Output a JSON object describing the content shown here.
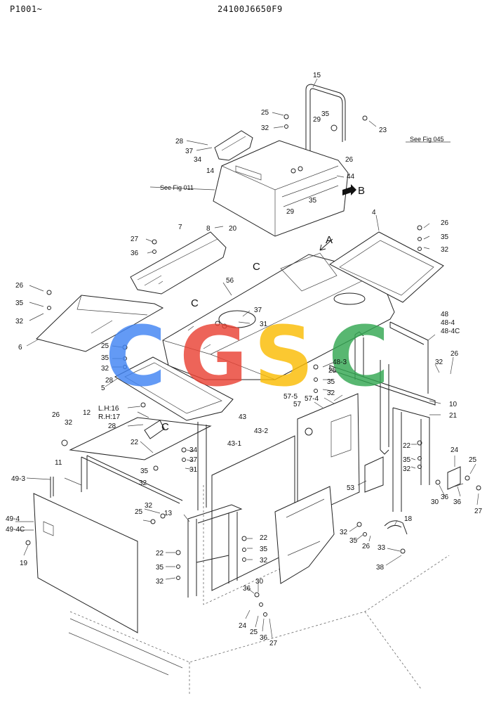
{
  "header": {
    "page_code": "P1001~",
    "drawing_number": "24100J6650F9"
  },
  "watermark": {
    "letters": [
      "C",
      "G",
      "S",
      "C"
    ],
    "colors": [
      "#4285F4",
      "#EA4335",
      "#FBBC05",
      "#34A853"
    ]
  },
  "view_markers": {
    "a": "A",
    "b": "B",
    "c": "C"
  },
  "references": {
    "fig_011": "See Fig 011",
    "fig_045": "See Fig 045"
  },
  "callouts": {
    "c15": "15",
    "c25a": "25",
    "c32a": "32",
    "c35a": "35",
    "c23": "23",
    "c29a": "29",
    "c28a": "28",
    "c37a": "37",
    "c34a": "34",
    "c14": "14",
    "c26a": "26",
    "c44": "44",
    "c35b": "35",
    "c29b": "29",
    "c7": "7",
    "c8": "8",
    "c20": "20",
    "c27a": "27",
    "c36a": "36",
    "c26b": "26",
    "c35c": "35",
    "c32b": "32",
    "c6": "6",
    "c4": "4",
    "c26c": "26",
    "c35d": "35",
    "c32c": "32",
    "c56": "56",
    "c37b": "37",
    "c31a": "31",
    "c48": "48",
    "c48_4": "48-4",
    "c48_4c": "48-4C",
    "c26d": "26",
    "c32d": "32",
    "c25b": "25",
    "c35e": "35",
    "c32e": "32",
    "c5": "5",
    "c48_3": "48-3",
    "c25c": "25",
    "c35f": "35",
    "c32f": "32",
    "c57_5": "57-5",
    "c57_4": "57-4",
    "c57": "57",
    "c10": "10",
    "c21": "21",
    "c28b": "28",
    "c12": "12",
    "c16": "L.H:16",
    "c17": "R.H:17",
    "c28c": "28",
    "c26e": "26",
    "c32g": "32",
    "c43": "43",
    "c43_2": "43-2",
    "c43_1": "43-1",
    "c22a": "22",
    "c34b": "34",
    "c37c": "37",
    "c31b": "31",
    "c35g": "35",
    "c32h": "32",
    "c11": "11",
    "c49_3": "49-3",
    "c22b": "22",
    "c35h": "35",
    "c32i": "32",
    "c24a": "24",
    "c25d": "25",
    "c30a": "30",
    "c36b": "36",
    "c36c": "36",
    "c27b": "27",
    "c53": "53",
    "c18": "18",
    "c32j": "32",
    "c25e": "25",
    "c13": "13",
    "c49_4": "49-4",
    "c49_4c": "49-4C",
    "c19": "19",
    "c22c": "22",
    "c35i": "35",
    "c32k": "32",
    "c22d": "22",
    "c35j": "35",
    "c32l": "32",
    "c32m": "32",
    "c35k": "35",
    "c26f": "26",
    "c33": "33",
    "c38": "38",
    "c36d": "36",
    "c30b": "30",
    "c24b": "24",
    "c25f": "25",
    "c36e": "36",
    "c27c": "27"
  }
}
